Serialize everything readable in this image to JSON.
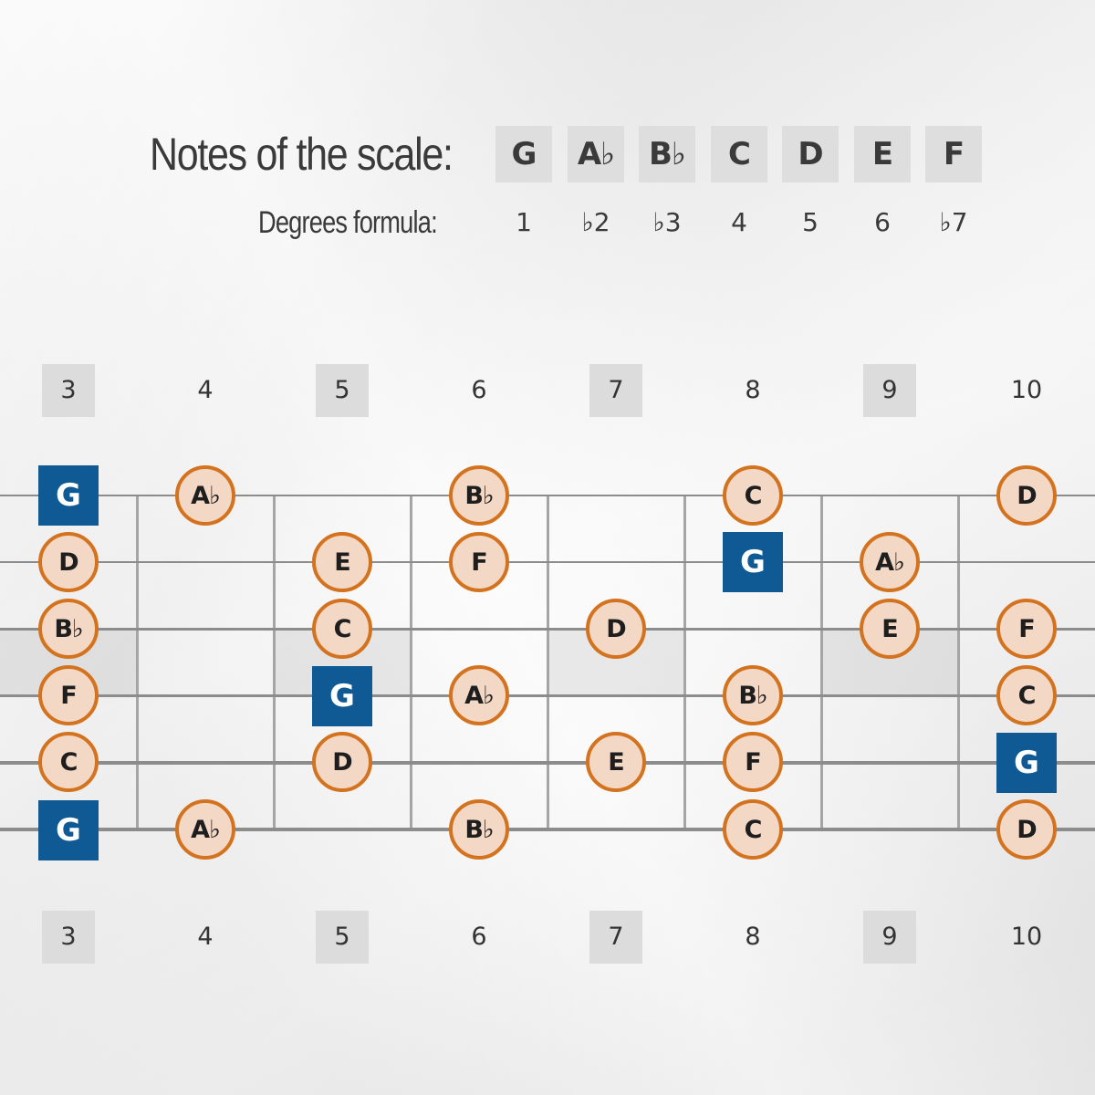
{
  "header": {
    "notes_label": "Notes of the scale:",
    "degrees_label": "Degrees formula:"
  },
  "scale": {
    "notes": [
      "G",
      "A♭",
      "B♭",
      "C",
      "D",
      "E",
      "F"
    ],
    "degrees": [
      "1",
      "♭2",
      "♭3",
      "4",
      "5",
      "6",
      "♭7"
    ]
  },
  "frets": {
    "numbers": [
      "3",
      "4",
      "5",
      "6",
      "7",
      "8",
      "9",
      "10"
    ],
    "marked": [
      true,
      false,
      true,
      false,
      true,
      false,
      true,
      false
    ]
  },
  "colors": {
    "root_fill": "#0f5a94",
    "note_fill": "#f3d9c5",
    "note_border": "#d4731f",
    "marker_fill": "#dcdcdc"
  },
  "fretboard": {
    "strings": [
      {
        "notes": [
          {
            "fret": "3",
            "name": "G",
            "root": true
          },
          {
            "fret": "4",
            "name": "A♭"
          },
          {
            "fret": "6",
            "name": "B♭"
          },
          {
            "fret": "8",
            "name": "C"
          },
          {
            "fret": "10",
            "name": "D"
          }
        ]
      },
      {
        "notes": [
          {
            "fret": "3",
            "name": "D"
          },
          {
            "fret": "5",
            "name": "E"
          },
          {
            "fret": "6",
            "name": "F"
          },
          {
            "fret": "8",
            "name": "G",
            "root": true
          },
          {
            "fret": "9",
            "name": "A♭"
          }
        ]
      },
      {
        "notes": [
          {
            "fret": "3",
            "name": "B♭"
          },
          {
            "fret": "5",
            "name": "C"
          },
          {
            "fret": "7",
            "name": "D"
          },
          {
            "fret": "9",
            "name": "E"
          },
          {
            "fret": "10",
            "name": "F"
          }
        ]
      },
      {
        "notes": [
          {
            "fret": "3",
            "name": "F"
          },
          {
            "fret": "5",
            "name": "G",
            "root": true
          },
          {
            "fret": "6",
            "name": "A♭"
          },
          {
            "fret": "8",
            "name": "B♭"
          },
          {
            "fret": "10",
            "name": "C"
          }
        ]
      },
      {
        "notes": [
          {
            "fret": "3",
            "name": "C"
          },
          {
            "fret": "5",
            "name": "D"
          },
          {
            "fret": "7",
            "name": "E"
          },
          {
            "fret": "8",
            "name": "F"
          },
          {
            "fret": "10",
            "name": "G",
            "root": true
          }
        ]
      },
      {
        "notes": [
          {
            "fret": "3",
            "name": "G",
            "root": true
          },
          {
            "fret": "4",
            "name": "A♭"
          },
          {
            "fret": "6",
            "name": "B♭"
          },
          {
            "fret": "8",
            "name": "C"
          },
          {
            "fret": "10",
            "name": "D"
          }
        ]
      }
    ]
  }
}
